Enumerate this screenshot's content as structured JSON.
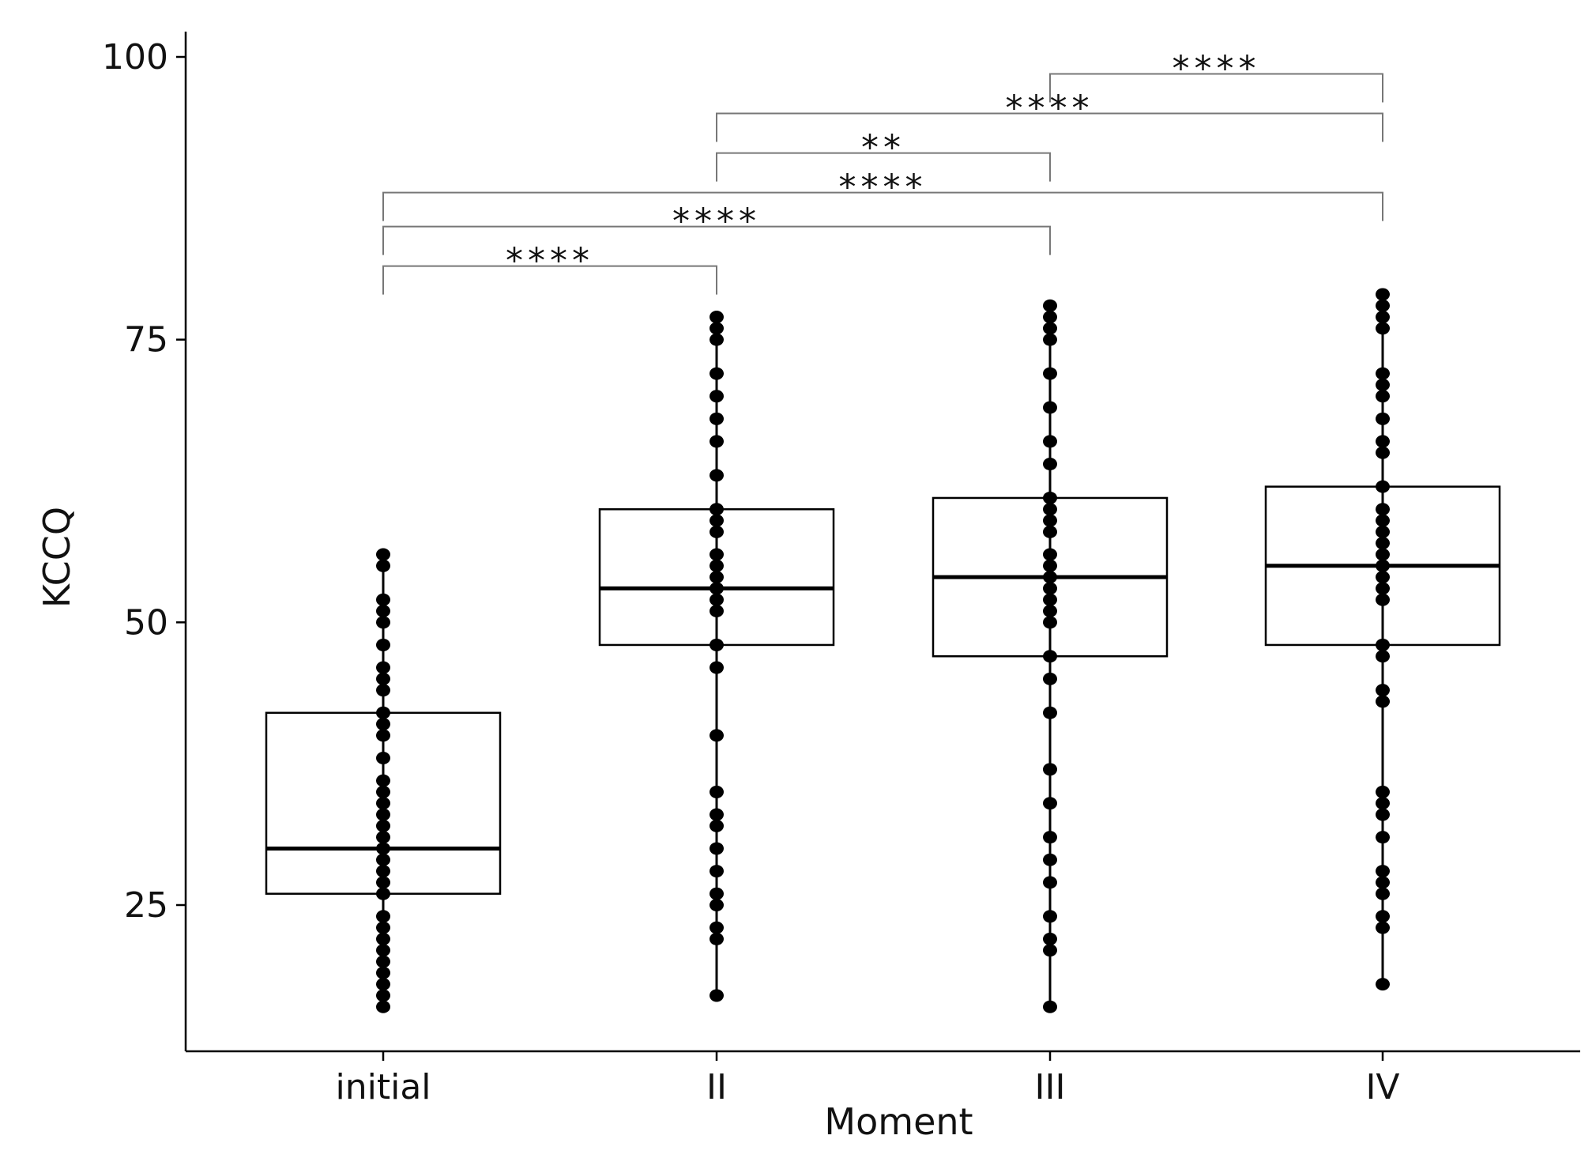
{
  "chart_data": {
    "type": "box",
    "xlabel": "Moment",
    "ylabel": "KCCQ",
    "ylim": [
      12,
      103
    ],
    "yticks": [
      25,
      50,
      75,
      100
    ],
    "grid": false,
    "categories": [
      "initial",
      "II",
      "III",
      "IV"
    ],
    "boxes": [
      {
        "category": "initial",
        "q1": 26,
        "median": 30,
        "q3": 42,
        "whisker_low": 16,
        "whisker_high": 56,
        "points": [
          16,
          17,
          18,
          19,
          20,
          21,
          22,
          23,
          24,
          26,
          27,
          28,
          29,
          30,
          31,
          32,
          33,
          34,
          35,
          36,
          38,
          40,
          41,
          42,
          44,
          45,
          46,
          48,
          50,
          51,
          52,
          55,
          56
        ]
      },
      {
        "category": "II",
        "q1": 48,
        "median": 53,
        "q3": 60,
        "whisker_low": 17,
        "whisker_high": 77,
        "points": [
          17,
          22,
          23,
          25,
          26,
          28,
          30,
          32,
          33,
          35,
          40,
          46,
          48,
          51,
          52,
          53,
          54,
          55,
          56,
          58,
          59,
          60,
          63,
          66,
          68,
          70,
          72,
          75,
          76,
          77
        ]
      },
      {
        "category": "III",
        "q1": 47,
        "median": 54,
        "q3": 61,
        "whisker_low": 16,
        "whisker_high": 78,
        "points": [
          16,
          21,
          22,
          24,
          27,
          29,
          31,
          34,
          37,
          42,
          45,
          47,
          50,
          51,
          52,
          53,
          54,
          55,
          56,
          58,
          59,
          60,
          61,
          64,
          66,
          69,
          72,
          75,
          76,
          77,
          78
        ]
      },
      {
        "category": "IV",
        "q1": 48,
        "median": 55,
        "q3": 62,
        "whisker_low": 18,
        "whisker_high": 79,
        "points": [
          18,
          23,
          24,
          26,
          27,
          28,
          31,
          33,
          34,
          35,
          43,
          44,
          47,
          48,
          52,
          53,
          54,
          55,
          56,
          57,
          58,
          59,
          60,
          62,
          65,
          66,
          68,
          70,
          71,
          72,
          76,
          77,
          78,
          79
        ]
      }
    ],
    "comparisons": [
      {
        "from": "initial",
        "to": "II",
        "y": 81.5,
        "label": "****"
      },
      {
        "from": "initial",
        "to": "III",
        "y": 85,
        "label": "****"
      },
      {
        "from": "initial",
        "to": "IV",
        "y": 88,
        "label": "****"
      },
      {
        "from": "II",
        "to": "III",
        "y": 91.5,
        "label": "**"
      },
      {
        "from": "II",
        "to": "IV",
        "y": 95,
        "label": "****"
      },
      {
        "from": "III",
        "to": "IV",
        "y": 98.5,
        "label": "****"
      }
    ]
  }
}
